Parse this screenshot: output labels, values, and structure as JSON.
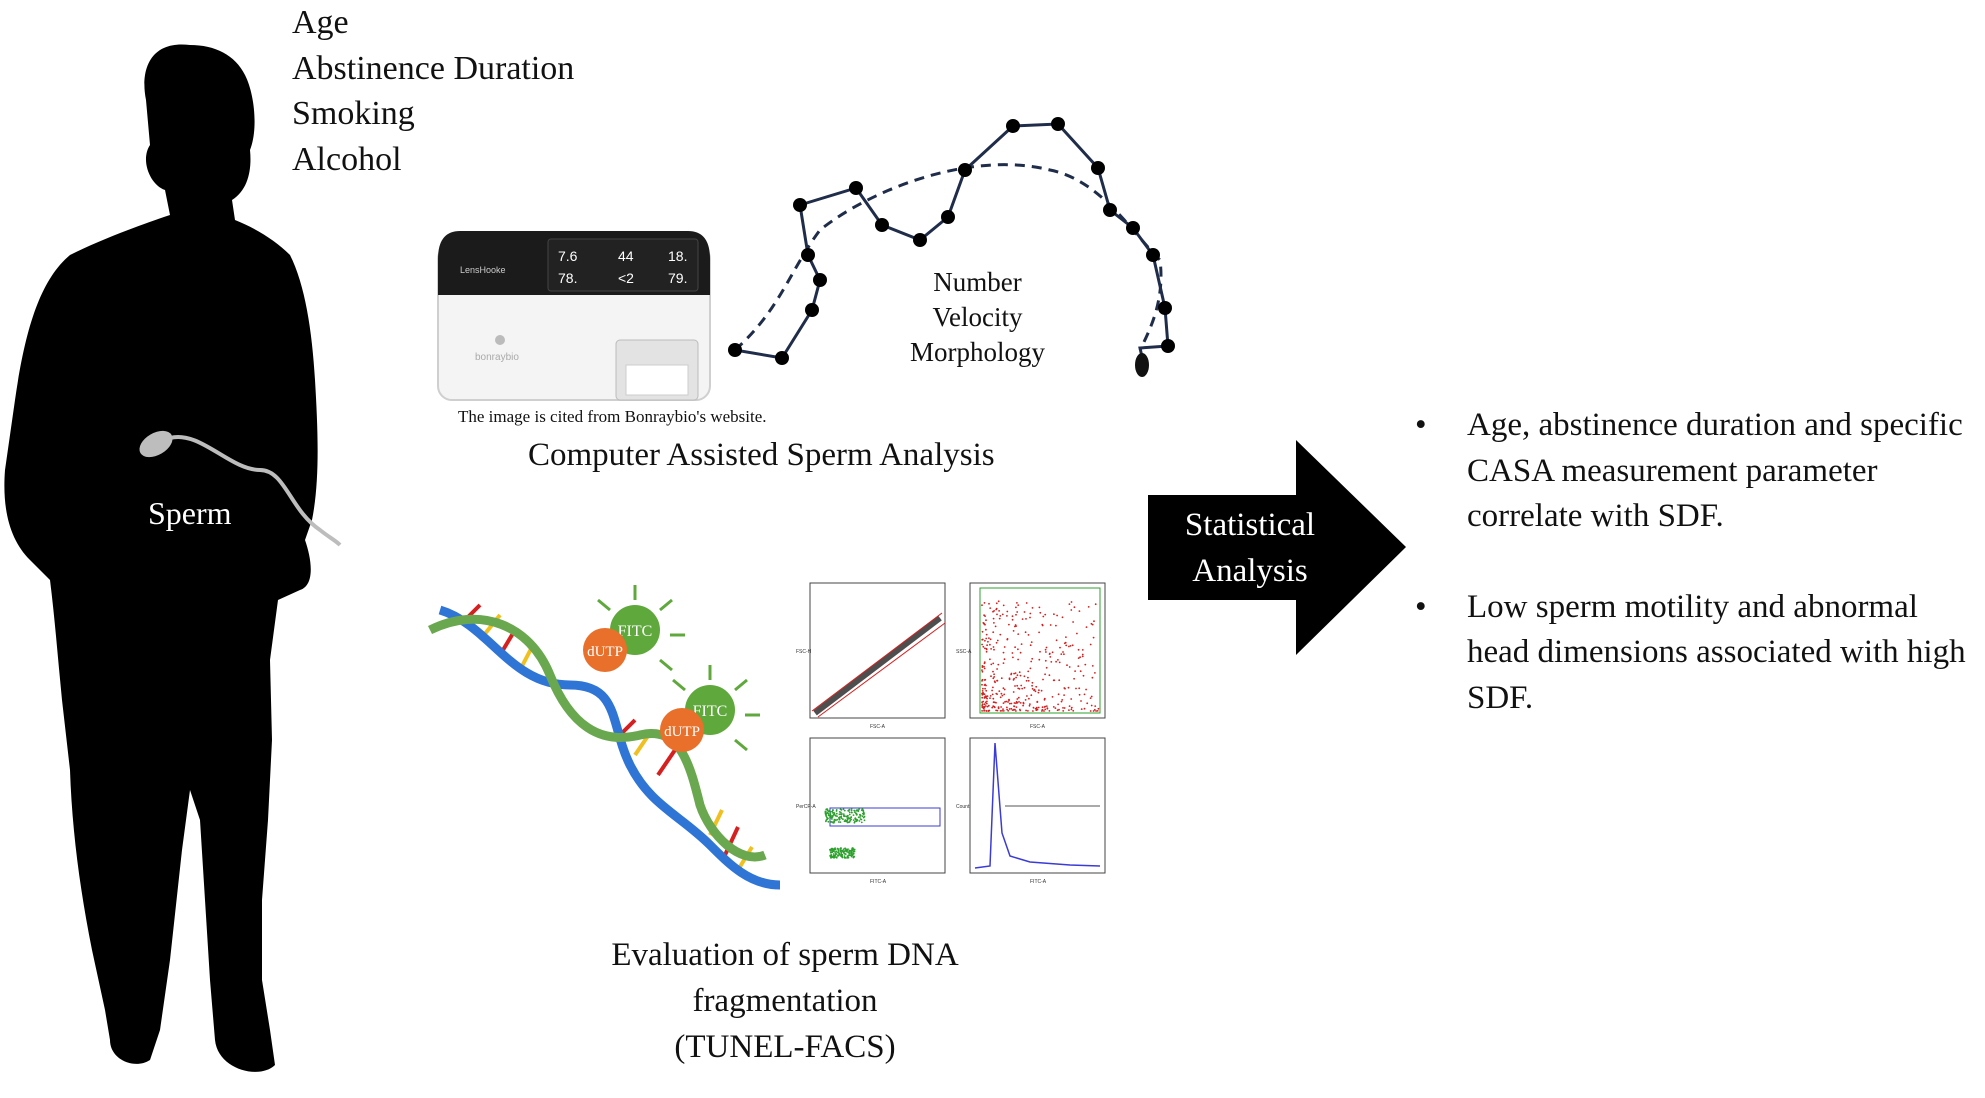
{
  "factors": [
    "Age",
    "Abstinence Duration",
    "Smoking",
    "Alcohol"
  ],
  "sperm_label": "Sperm",
  "casa": {
    "parameters": [
      "Number",
      "Velocity",
      "Morphology"
    ],
    "citation": "The image is cited from Bonraybio's website.",
    "title": "Computer Assisted Sperm Analysis",
    "device": {
      "brand": "bonraybio",
      "model": "LensHooke",
      "readings": [
        "7.6",
        "44",
        "18.",
        "78.",
        "<2",
        "79."
      ]
    }
  },
  "dna": {
    "label_fitc": "FITC",
    "label_dutp": "dUTP",
    "title_line1": "Evaluation of sperm DNA fragmentation",
    "title_line2": "(TUNEL-FACS)",
    "plot_axis_labels": [
      "FSC-H",
      "FSC-A",
      "SSC-A",
      "FSC-A",
      "PerCP-A",
      "FITC-A",
      "Count",
      "FITC-A"
    ]
  },
  "arrow": {
    "line1": "Statistical",
    "line2": "Analysis"
  },
  "conclusions": [
    {
      "bullet": "•",
      "text": "Age, abstinence duration and specific CASA measurement parameter correlate with SDF."
    },
    {
      "bullet": "•",
      "text": "Low sperm motility and abnormal head dimensions associated with high SDF."
    }
  ],
  "colors": {
    "silhouette": "#000000",
    "arrow": "#000000",
    "trajectory": "#1f2d4a",
    "fitc": "#5fa83c",
    "dutp": "#e8702a",
    "dna_blue": "#2e75d6",
    "dna_green": "#6aa84f",
    "scatter_red": "#d62020",
    "scatter_green": "#2ca02c",
    "histogram_blue": "#3b3bd6"
  }
}
